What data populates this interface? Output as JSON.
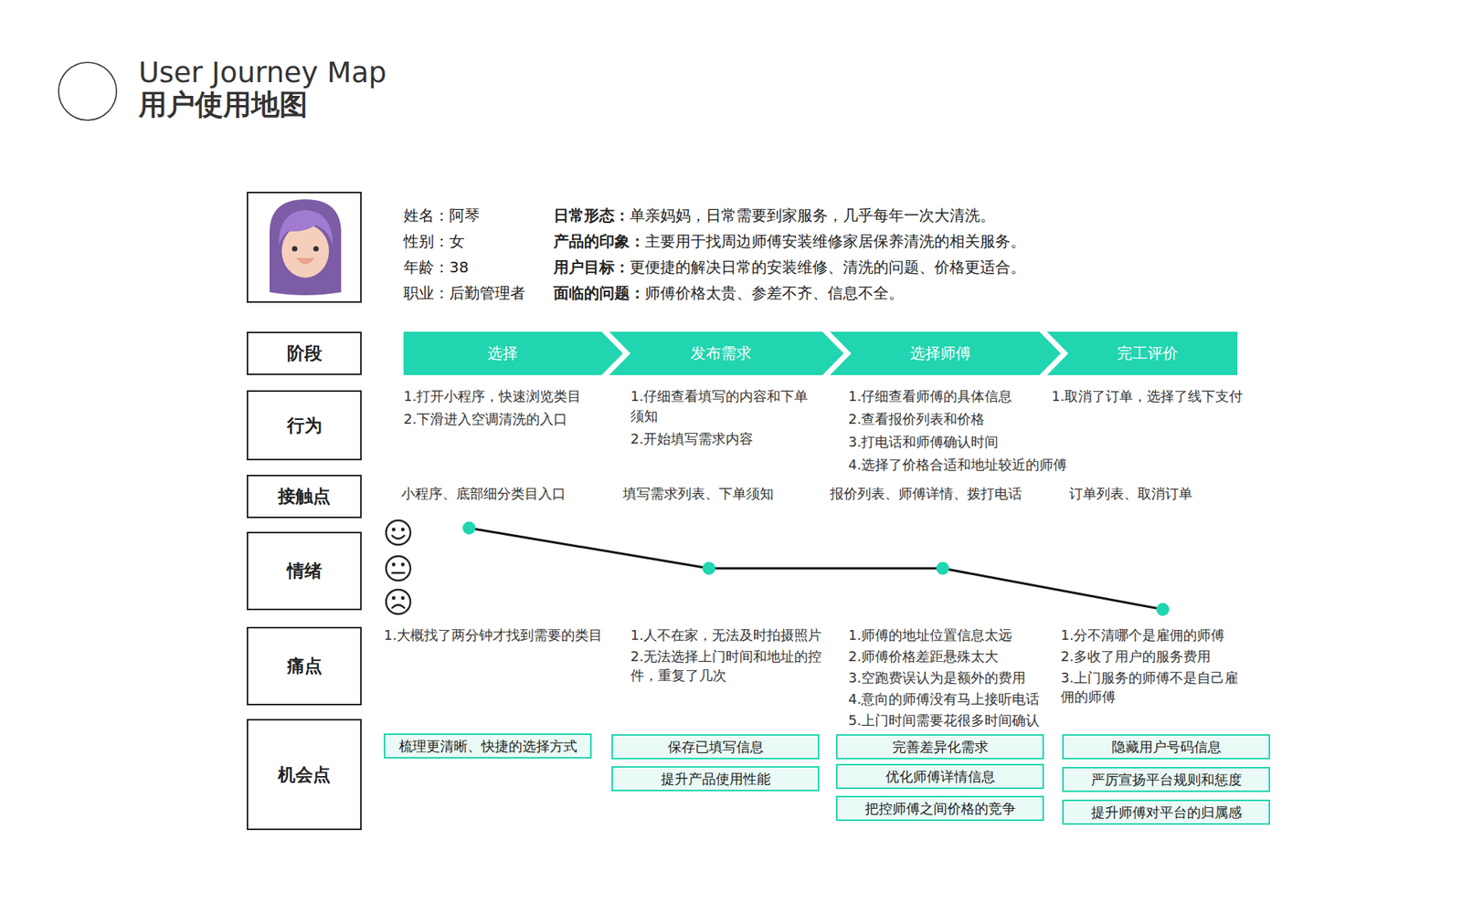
{
  "diagram": {
    "title": "User Journey Map",
    "nodes": [
      {
        "text": [
          "阶段"
        ]
      },
      {
        "text": [
          "选择"
        ]
      },
      {
        "text": [
          "发布需求"
        ]
      },
      {
        "text": [
          "选择师傅"
        ]
      },
      {
        "text": [
          "完工评价"
        ]
      },
      {
        "text": [
          "行为"
        ]
      },
      {
        "text": [
          "接触点"
        ]
      },
      {
        "text": [
          "情绪"
        ]
      },
      {
        "text": [
          "痛点"
        ]
      },
      {
        "text": [
          "机会点"
        ]
      },
      {
        "text": [
          "梳理更清晰、快捷的选择方式"
        ]
      },
      {
        "text": [
          "保存已填写信息"
        ]
      },
      {
        "text": [
          "提升产品使用性能"
        ]
      },
      {
        "text": [
          "完善差异化需求"
        ]
      },
      {
        "text": [
          "优化师傅详情信息"
        ]
      },
      {
        "text": [
          "把控师傅之间价格的竞争"
        ]
      },
      {
        "text": [
          "隐藏用户号码信息"
        ]
      },
      {
        "text": [
          "严厉宣扬平台规则和惩度"
        ]
      },
      {
        "text": [
          "提升师傅对平台的归属感"
        ]
      }
    ],
    "labels": [
      "用户使用地图",
      "姓名：阿琴",
      "性别：女",
      "年龄：38",
      "职业：后勤管理者",
      "日常形态：",
      "单亲妈妈，日常需要到家服务，几乎每年一次大清洗。",
      "产品的印象：",
      "主要用于找周边师傅安装维修家居保养清洗的相关服务。",
      "用户目标：",
      "更便捷的解决日常的安装维修、清洗的问题、价格更适合。",
      "面临的问题：",
      "师傅价格太贵、参差不齐、信息不全。",
      "1.打开小程序，快速浏览类目",
      "2.下滑进入空调清洗的入口",
      "1.仔细查看填写的内容和下单须知",
      "2.开始填写需求内容",
      "1.仔细查看师傅的具体信息",
      "2.查看报价列表和价格",
      "3.打电话和师傅确认时间",
      "4.选择了价格合适和地址较近的师傅",
      "1.取消了订单，选择了线下支付",
      "小程序、底部细分类目入口",
      "填写需求列表、下单须知",
      "报价列表、师傅详情、拨打电话",
      "订单列表、取消订单",
      "1.大概找了两分钟才找到需要的类目",
      "1.人不在家，无法及时拍摄照片",
      "2.无法选择上门时间和地址的控件，重复了几次",
      "1.师傅的地址位置信息太远",
      "2.师傅价格差距悬殊太大",
      "3.空跑费误认为是额外的费用",
      "4.意向的师傅没有马上接听电话",
      "5.上门时间需要花很多时间确认",
      "1.分不清哪个是雇佣的师傅",
      "2.多收了用户的服务费用",
      "3.上门服务的师傅不是自己雇佣的师傅"
    ]
  }
}
